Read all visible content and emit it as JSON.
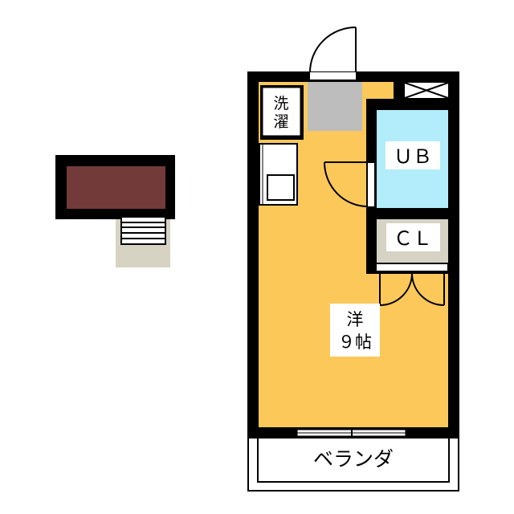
{
  "colors": {
    "wall": "#000000",
    "room": "#FCC85A",
    "bath": "#B3ECFA",
    "closet": "#D6D2C4",
    "entrance": "#BDBDBD",
    "loft": "#733A3A",
    "stair_area": "#D6D3C3"
  },
  "rooms": {
    "washer": {
      "line1": "洗",
      "line2": "濯"
    },
    "bath": {
      "label": "ＵＢ"
    },
    "closet": {
      "label": "ＣＬ"
    },
    "main": {
      "line1": "洋",
      "line2": "９帖"
    },
    "balcony": {
      "label": "ベランダ"
    }
  }
}
